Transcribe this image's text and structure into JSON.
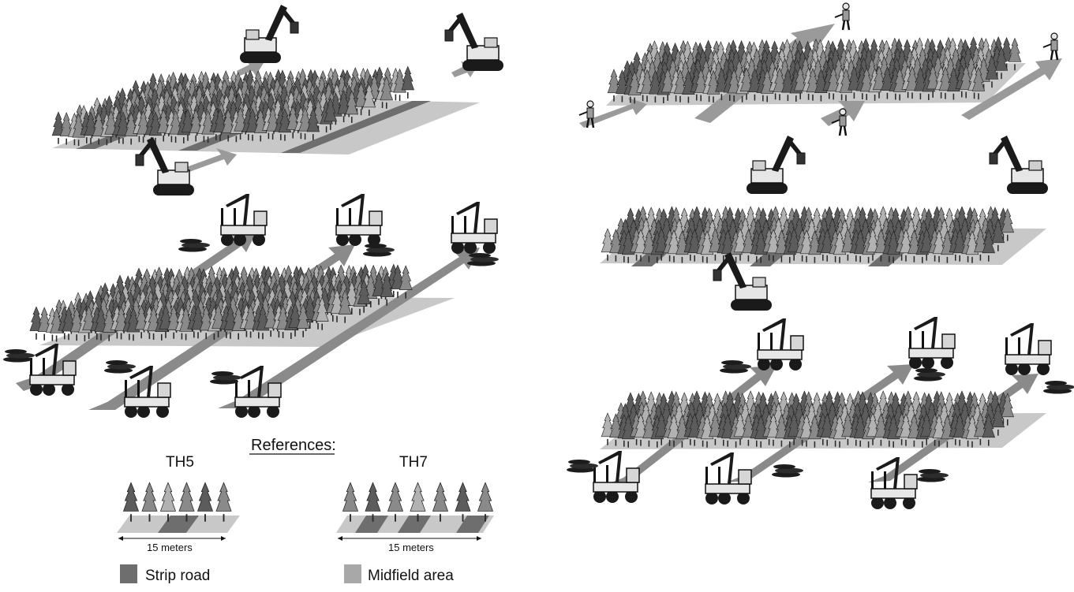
{
  "legend": {
    "heading": "References:",
    "th5_label": "TH5",
    "th7_label": "TH7",
    "scale_label_th5": "15 meters",
    "scale_label_th7": "15 meters",
    "strip_road_label": "Strip road",
    "midfield_label": "Midfield area"
  },
  "colors": {
    "strip_road": "#6e6e6e",
    "midfield": "#a8a8a8",
    "ground": "#c8c8c8",
    "tree_dark": "#5c5c5c",
    "tree_mid": "#8a8a8a",
    "tree_light": "#b2b2b2",
    "arrow": "#9a9a9a",
    "machine_body": "#e6e6e6",
    "machine_dark": "#1a1a1a"
  },
  "icons": {
    "harvester": "harvester-icon",
    "forwarder": "forwarder-icon",
    "chainsaw_operator": "chainsaw-operator-icon",
    "tree": "conifer-tree-icon",
    "log_pile": "log-pile-icon"
  }
}
